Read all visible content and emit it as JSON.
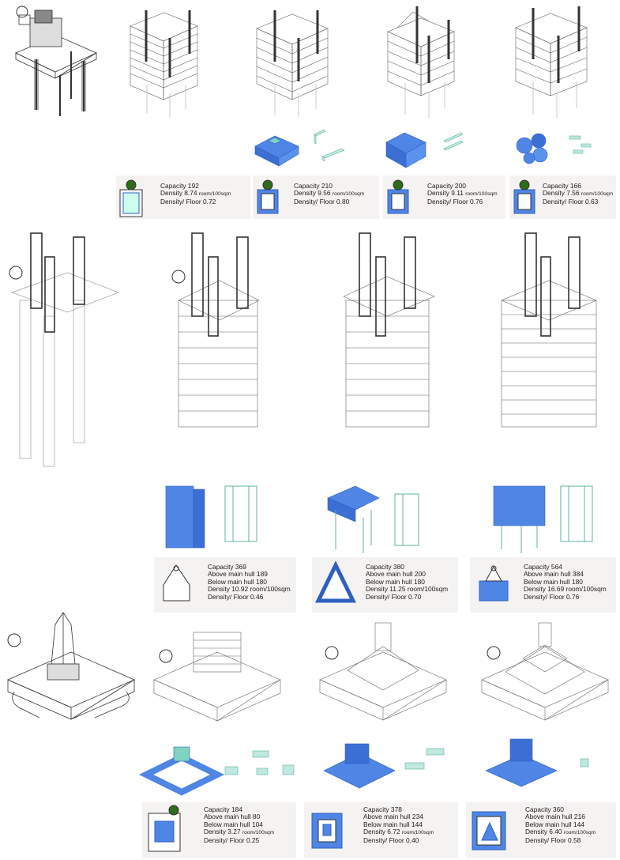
{
  "colors": {
    "line": "#3a3a3a",
    "light_line": "#9aa3a3",
    "blue": "#4f86e6",
    "blue_dark": "#2f5fbf",
    "teal": "#7fd3c0",
    "teal_light": "#bfe9df",
    "panel": "#f5f3f1",
    "green": "#2e6b1d"
  },
  "icons": {
    "tower": "truss-tower-icon",
    "helipad": "helipad-icon",
    "plan": "floor-plan-icon"
  },
  "row1": {
    "cards": [
      {
        "capacity": "Capacity 192",
        "density_value": "Density 8.74",
        "density_unit": "room/100sqm",
        "floor": "Density/ Floor 0.72"
      },
      {
        "capacity": "Capacity 210",
        "density_value": "Density 9.56",
        "density_unit": "room/100sqm",
        "floor": "Density/ Floor 0.80"
      },
      {
        "capacity": "Capacity 200",
        "density_value": "Density 9.11",
        "density_unit": "room/100sqm",
        "floor": "Density/ Floor 0.76"
      },
      {
        "capacity": "Capacity 166",
        "density_value": "Density 7.56",
        "density_unit": "room/100sqm",
        "floor": "Density/ Floor 0.63"
      }
    ]
  },
  "row2": {
    "cards": [
      {
        "capacity": "Capacity 369",
        "above": "Above main hull 189",
        "below": "Below main hull 180",
        "density": "Density 10.92 room/100sqm",
        "floor": "Density/ Floor 0.46"
      },
      {
        "capacity": "Capacity 380",
        "above": "Above main hull 200",
        "below": "Below main hull 180",
        "density": "Density 11.25 room/100sqm",
        "floor": "Density/ Floor 0.70"
      },
      {
        "capacity": "Capacity 564",
        "above": "Above main hull 384",
        "below": "Below main hull 180",
        "density": "Density 16.69 room/100sqm",
        "floor": "Density/ Floor 0.76"
      }
    ]
  },
  "row3": {
    "cards": [
      {
        "capacity": "Capacity 184",
        "above": "Above main hull 80",
        "below": "Below main hull 104",
        "density_value": "Density 3.27",
        "density_unit": "room/100sqm",
        "floor": "Density/ Floor 0.25"
      },
      {
        "capacity": "Capacity 378",
        "above": "Above main hull 234",
        "below": "Below main hull 144",
        "density_value": "Density 6.72",
        "density_unit": "room/100sqm",
        "floor": "Density/ Floor 0.40"
      },
      {
        "capacity": "Capacity 360",
        "above": "Above main hull 216",
        "below": "Below main hull 144",
        "density_value": "Density 6.40",
        "density_unit": "room/100sqm",
        "floor": "Density/ Floor 0.58"
      }
    ]
  }
}
